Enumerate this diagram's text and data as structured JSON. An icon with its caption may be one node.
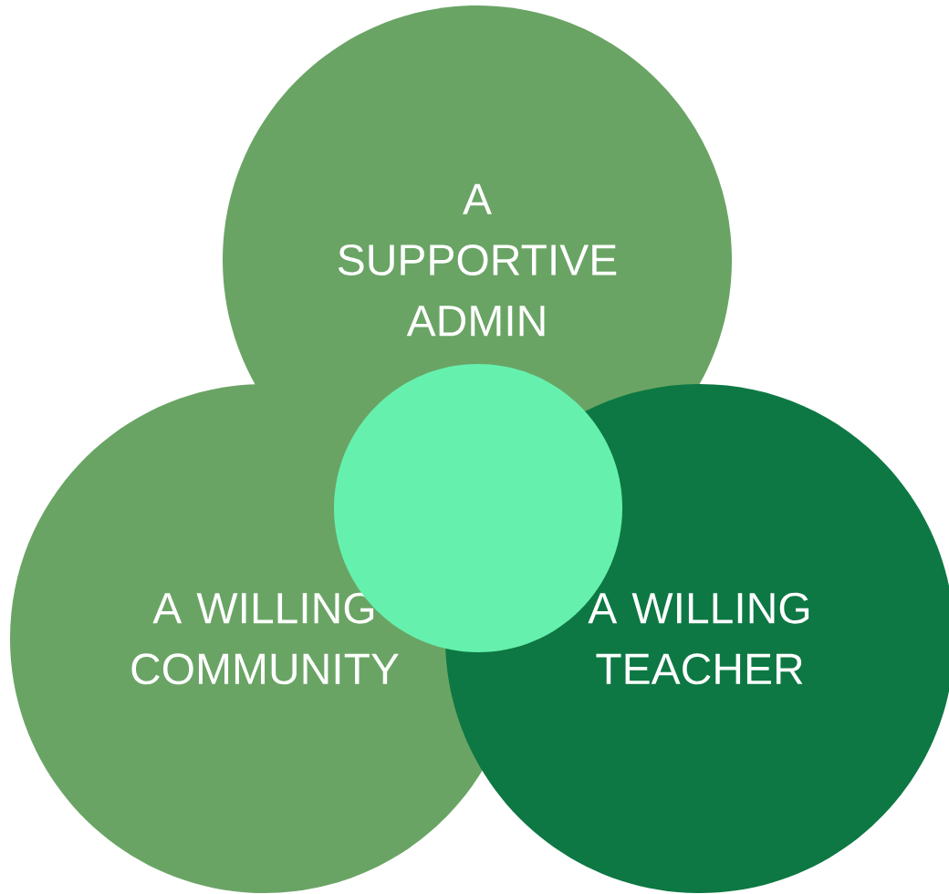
{
  "diagram": {
    "nodes": [
      {
        "text": [
          "A SUPPORTIVE ADMIN"
        ]
      },
      {
        "text": [
          "A WILLING COMMUNITY"
        ]
      },
      {
        "text": [
          "A WILLING TEACHER"
        ]
      },
      {
        "text": [],
        "shape": "circle"
      }
    ]
  }
}
